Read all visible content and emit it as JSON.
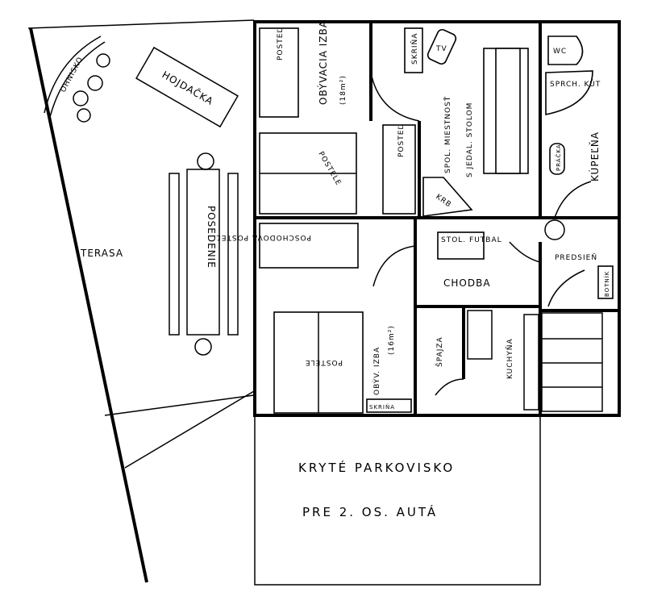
{
  "plan": {
    "terrace": {
      "label": "TERASA"
    },
    "fire_pit": {
      "label": "OHNISKO"
    },
    "swing": {
      "label": "HOJDAČKA"
    },
    "seating": {
      "label": "POSEDENIE"
    },
    "living_room_large": {
      "label": "OBÝVACIA IZBA",
      "area": "(18m²)",
      "bed_single_1": "POSTEĽ",
      "beds_double": "POSTELE",
      "bed_single_2": "POSTEĽ",
      "wardrobe": "SKRIŇA",
      "tv": "TV"
    },
    "common_room": {
      "label": "SPOL. MIESTNOSŤ",
      "label2": "S JEDAL. STOLOM",
      "fireplace": "KRB"
    },
    "bathroom": {
      "label": "KÚPEĽŇA",
      "wc": "WC",
      "shower": "SPRCH. KÚT",
      "washer": "PRÁČKA"
    },
    "hall": {
      "label": "PREDSIEŇ",
      "shoe_rack": "BOTNÍK"
    },
    "corridor": {
      "label": "CHODBA",
      "foosball": "STOL. FUTBAL"
    },
    "living_room_small": {
      "label": "OBÝV. IZBA",
      "area": "(16m²)",
      "bunk_bed": "POSCHODOVÁ POSTEĽ",
      "beds_double": "POSTELE",
      "wardrobe": "SKRIŇA"
    },
    "pantry": {
      "label": "ŠPAJZA"
    },
    "kitchen": {
      "label": "KUCHYŇA"
    },
    "parking": {
      "label": "KRYTÉ PARKOVISKO",
      "label2": "PRE 2. OS. AUTÁ"
    }
  }
}
